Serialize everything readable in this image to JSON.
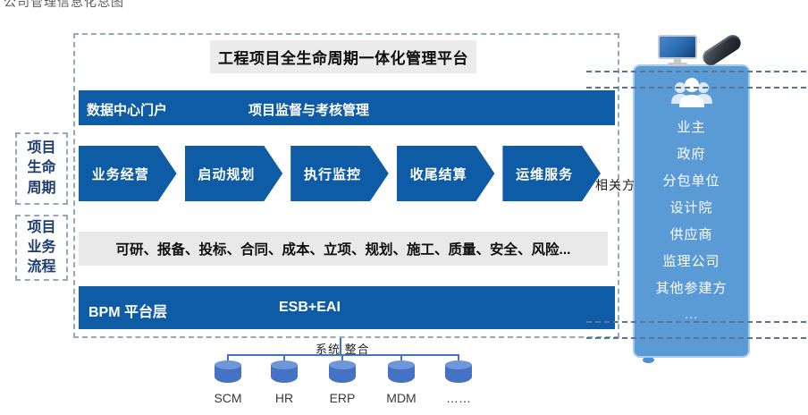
{
  "page": {
    "top_caption": "公司管理信息化总图"
  },
  "platform": {
    "title": "工程项目全生命周期一体化管理平台",
    "portal_bar": {
      "left": "数据中心门户",
      "right": "项目监督与考核管理"
    },
    "lifecycle_stages": [
      "业务经营",
      "启动规划",
      "执行监控",
      "收尾结算",
      "运维服务"
    ],
    "process_bar": "可研、报备、投标、合同、成本、立项、规划、施工、质量、安全、风险...",
    "platform_bar": {
      "left": "BPM  平台层",
      "right": "ESB+EAI"
    }
  },
  "side_labels": {
    "lifecycle": "项目\n生命\n周期",
    "process": "项目\n业务\n流程"
  },
  "stakeholders": {
    "label": "相关方",
    "items": [
      "业主",
      "政府",
      "分包单位",
      "设计院",
      "供应商",
      "监理公司",
      "其他参建方",
      "..."
    ]
  },
  "integration": {
    "label": "系统 整合",
    "systems": [
      "SCM",
      "HR",
      "ERP",
      "MDM",
      "……"
    ]
  },
  "colors": {
    "bar_blue": "#0e5ba6",
    "panel_blue": "#5b9bd5",
    "cylinder_blue": "#4472c4"
  }
}
